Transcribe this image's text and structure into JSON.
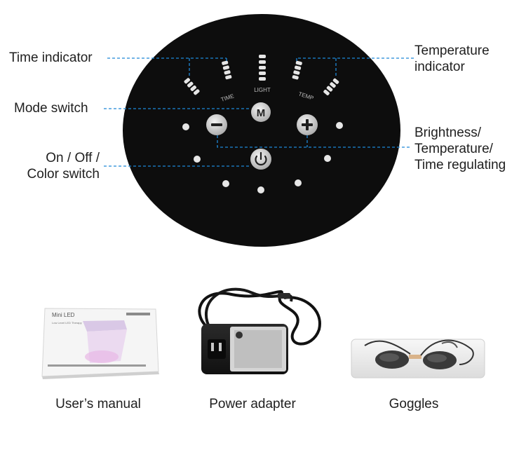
{
  "panel": {
    "scale_labels": {
      "time": "TIME",
      "light": "LIGHT",
      "temp": "TEMP"
    },
    "buttons": {
      "mode": "M",
      "minus": "−",
      "plus": "+"
    }
  },
  "callouts": {
    "time_indicator": [
      "Time indicator"
    ],
    "mode_switch": [
      "Mode switch"
    ],
    "on_off": [
      "On / Off /",
      "Color switch"
    ],
    "temperature_indicator": [
      "Temperature",
      "indicator"
    ],
    "regulating": [
      "Brightness/",
      "Temperature/",
      "Time regulating"
    ]
  },
  "accessories": [
    {
      "caption": "User’s manual",
      "icon": "manual-image"
    },
    {
      "caption": "Power adapter",
      "icon": "adapter-image"
    },
    {
      "caption": "Goggles",
      "icon": "goggles-image"
    }
  ],
  "manual_cover": {
    "title": "Mini LED",
    "subtitle": "Low Level LED Therapy"
  },
  "colors": {
    "panel": "#0d0d0d",
    "accent_line": "#1e88d8",
    "led": "#e6e6e6",
    "button": "#c9c9c9"
  }
}
